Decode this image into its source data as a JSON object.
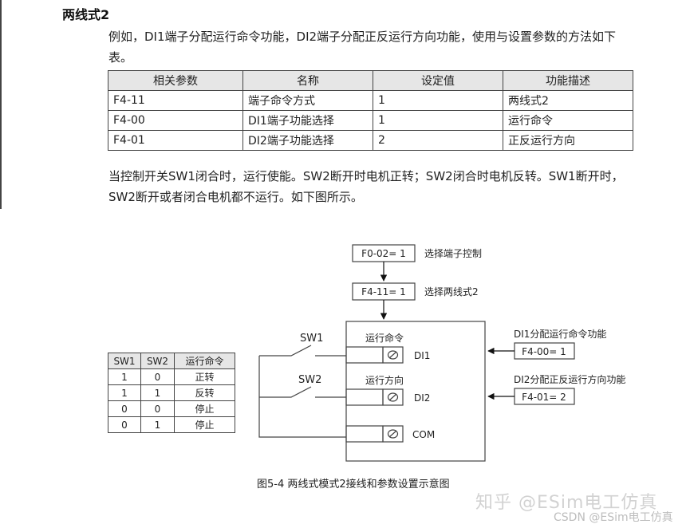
{
  "heading": "两线式2",
  "intro": "例如，DI1端子分配运行命令功能，DI2端子分配正反运行方向功能，使用与设置参数的方法如下表。",
  "param_table": {
    "headers": [
      "相关参数",
      "名称",
      "设定值",
      "功能描述"
    ],
    "rows": [
      [
        "F4-11",
        "端子命令方式",
        "1",
        "两线式2"
      ],
      [
        "F4-00",
        "DI1端子功能选择",
        "1",
        "运行命令"
      ],
      [
        "F4-01",
        "DI2端子功能选择",
        "2",
        "正反运行方向"
      ]
    ]
  },
  "description": "当控制开关SW1闭合时，运行使能。SW2断开时电机正转；SW2闭合时电机反转。SW1断开时，SW2断开或者闭合电机都不运行。如下图所示。",
  "diagram": {
    "step1_box": "F0-02= 1",
    "step1_label": "选择端子控制",
    "step2_box": "F4-11= 1",
    "step2_label": "选择两线式2",
    "sw1_label": "SW1",
    "sw2_label": "SW2",
    "terminal1_func": "运行命令",
    "terminal1_name": "DI1",
    "terminal2_func": "运行方向",
    "terminal2_name": "DI2",
    "terminal3_name": "COM",
    "di1_note": "DI1分配运行命令功能",
    "di1_box": "F4-00= 1",
    "di2_note": "DI2分配正反运行方向功能",
    "di2_box": "F4-01= 2"
  },
  "truth_table": {
    "headers": [
      "SW1",
      "SW2",
      "运行命令"
    ],
    "rows": [
      [
        "1",
        "0",
        "正转"
      ],
      [
        "1",
        "1",
        "反转"
      ],
      [
        "0",
        "0",
        "停止"
      ],
      [
        "0",
        "1",
        "停止"
      ]
    ]
  },
  "caption": "图5-4 两线式模式2接线和参数设置示意图",
  "watermark": {
    "zhihu": "知乎 @ESim电工仿真",
    "csdn": "CSDN @ESim电工仿真"
  }
}
